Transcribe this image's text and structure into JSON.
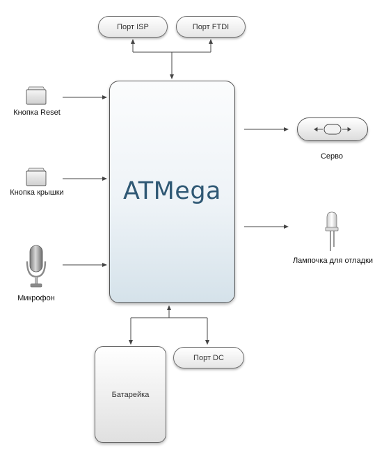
{
  "chip": {
    "label": "ATMega"
  },
  "ports": {
    "isp": "Порт ISP",
    "ftdi": "Порт FTDI",
    "dc": "Порт DC"
  },
  "inputs": {
    "reset": "Кнопка Reset",
    "lid": "Кнопка крышки",
    "mic": "Микрофон"
  },
  "outputs": {
    "servo": "Серво",
    "lamp": "Лампочка для отладки"
  },
  "power": {
    "battery": "Батарейка"
  },
  "icons": {
    "reset": "push-button-icon",
    "lid": "push-button-icon",
    "mic": "microphone-icon",
    "servo": "servo-icon",
    "lamp": "led-icon"
  },
  "colors": {
    "chip_text": "#2f5874",
    "arrow": "#444444"
  }
}
